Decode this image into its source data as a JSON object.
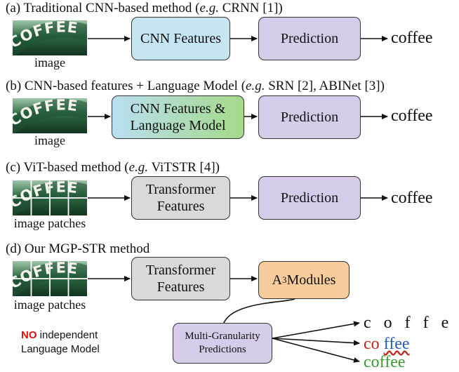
{
  "sections": {
    "a": {
      "heading_pre": "(a) Traditional CNN-based method (",
      "heading_ital": "e.g.",
      "heading_post": " CRNN [1])",
      "image_label": "image",
      "box1": "CNN Features",
      "box2": "Prediction",
      "output": "coffee"
    },
    "b": {
      "heading_pre": "(b) CNN-based features + Language Model (",
      "heading_ital": "e.g.",
      "heading_post": " SRN [2], ABINet [3])",
      "image_label": "image",
      "box1": "CNN Features & Language Model",
      "box2": "Prediction",
      "output": "coffee"
    },
    "c": {
      "heading_pre": "(c) ViT-based method (",
      "heading_ital": "e.g.",
      "heading_post": " ViTSTR [4])",
      "image_label": "image patches",
      "box1": "Transformer Features",
      "box2": "Prediction",
      "output": "coffee"
    },
    "d": {
      "heading": "(d) Our MGP-STR method",
      "image_label": "image patches",
      "box1": "Transformer Features",
      "box2_base": "A",
      "box2_sup": "3",
      "box2_rest": " Modules",
      "box3": "Multi-Granularity Predictions",
      "out_char": "c o f f e e",
      "out_bpe_a": "co",
      "out_bpe_b": "ffee",
      "out_wp": "coffee",
      "note_no": "NO",
      "note_rest1": " independent",
      "note_rest2": "Language Model"
    }
  },
  "image_text": "COFFEE",
  "colors": {
    "cnn": "#c6e5f3",
    "prediction": "#d6cce9",
    "transformer": "#d9d9d9",
    "a3_modules": "#f9cc9d",
    "language_model": "#a5d98a",
    "bpe_red": "#c0281e",
    "bpe_blue": "#2b5bb8",
    "wordpiece_green": "#3a9a34",
    "no_red": "#e01010"
  }
}
